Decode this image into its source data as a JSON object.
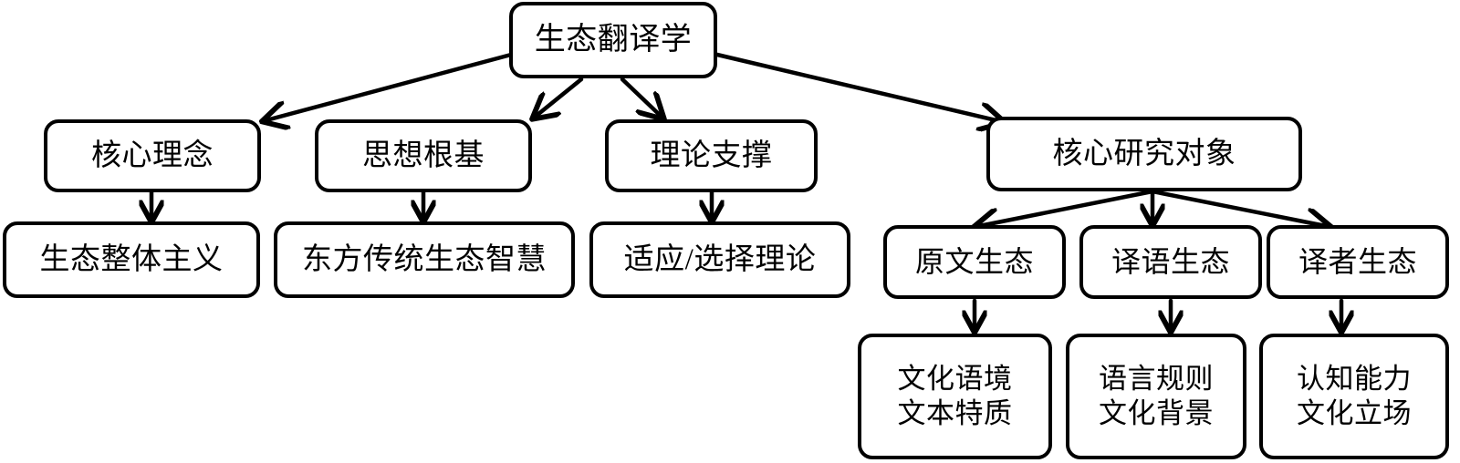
{
  "diagram": {
    "title": "生态翻译学",
    "type": "tree-diagram",
    "stroke_color": "#000000",
    "background_color": "#ffffff",
    "nodes": {
      "root": {
        "label": "生态翻译学"
      },
      "core_concept": {
        "label": "核心理念"
      },
      "core_concept_child": {
        "label": "生态整体主义"
      },
      "thought_foundation": {
        "label": "思想根基"
      },
      "thought_foundation_child": {
        "label": "东方传统生态智慧"
      },
      "theory_support": {
        "label": "理论支撑"
      },
      "theory_support_child": {
        "label": "适应/选择理论"
      },
      "research_object": {
        "label": "核心研究对象"
      },
      "source_ecology": {
        "label": "原文生态"
      },
      "target_ecology": {
        "label": "译语生态"
      },
      "translator_ecology": {
        "label": "译者生态"
      },
      "source_ecology_child": {
        "line1": "文化语境",
        "line2": "文本特质"
      },
      "target_ecology_child": {
        "line1": "语言规则",
        "line2": "文化背景"
      },
      "translator_ecology_child": {
        "line1": "认知能力",
        "line2": "文化立场"
      }
    }
  }
}
